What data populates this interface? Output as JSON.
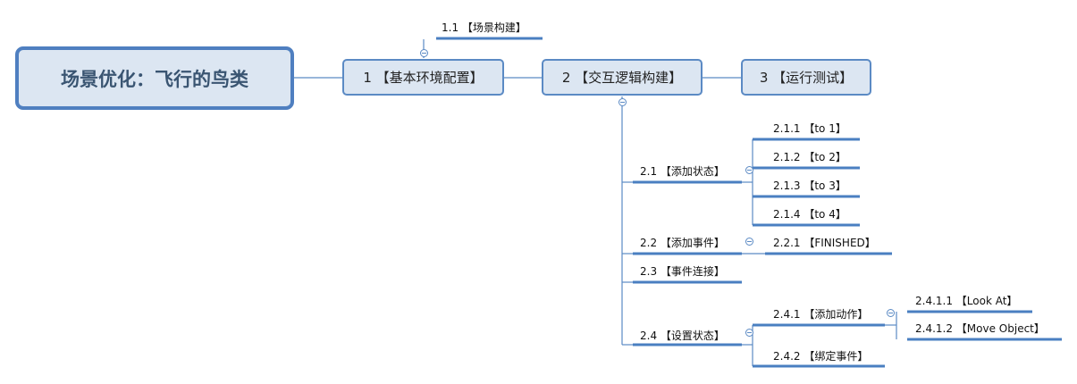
{
  "root": {
    "label": "场景优化：飞行的鸟类"
  },
  "main_topics": [
    {
      "id": "1",
      "label": "1 【基本环境配置】"
    },
    {
      "id": "2",
      "label": "2 【交互逻辑构建】"
    },
    {
      "id": "3",
      "label": "3 【运行测试】"
    }
  ],
  "topic_1_children": [
    {
      "label": "1.1 【场景构建】"
    }
  ],
  "topic_2_children": [
    {
      "label": "2.1 【添加状态】",
      "children": [
        {
          "label": "2.1.1 【to 1】"
        },
        {
          "label": "2.1.2 【to 2】"
        },
        {
          "label": "2.1.3 【to 3】"
        },
        {
          "label": "2.1.4 【to 4】"
        }
      ]
    },
    {
      "label": "2.2 【添加事件】",
      "children": [
        {
          "label": "2.2.1 【FINISHED】"
        }
      ]
    },
    {
      "label": "2.3 【事件连接】"
    },
    {
      "label": "2.4 【设置状态】",
      "children": [
        {
          "label": "2.4.1 【添加动作】",
          "children": [
            {
              "label": "2.4.1.1 【Look At】"
            },
            {
              "label": "2.4.1.2 【Move Object】"
            }
          ]
        },
        {
          "label": "2.4.2 【绑定事件】"
        }
      ]
    }
  ],
  "colors": {
    "line": "#5b8ac4",
    "underline": "#4a7fc1",
    "box_fill": "#dce6f2",
    "root_text": "#3a5572"
  }
}
